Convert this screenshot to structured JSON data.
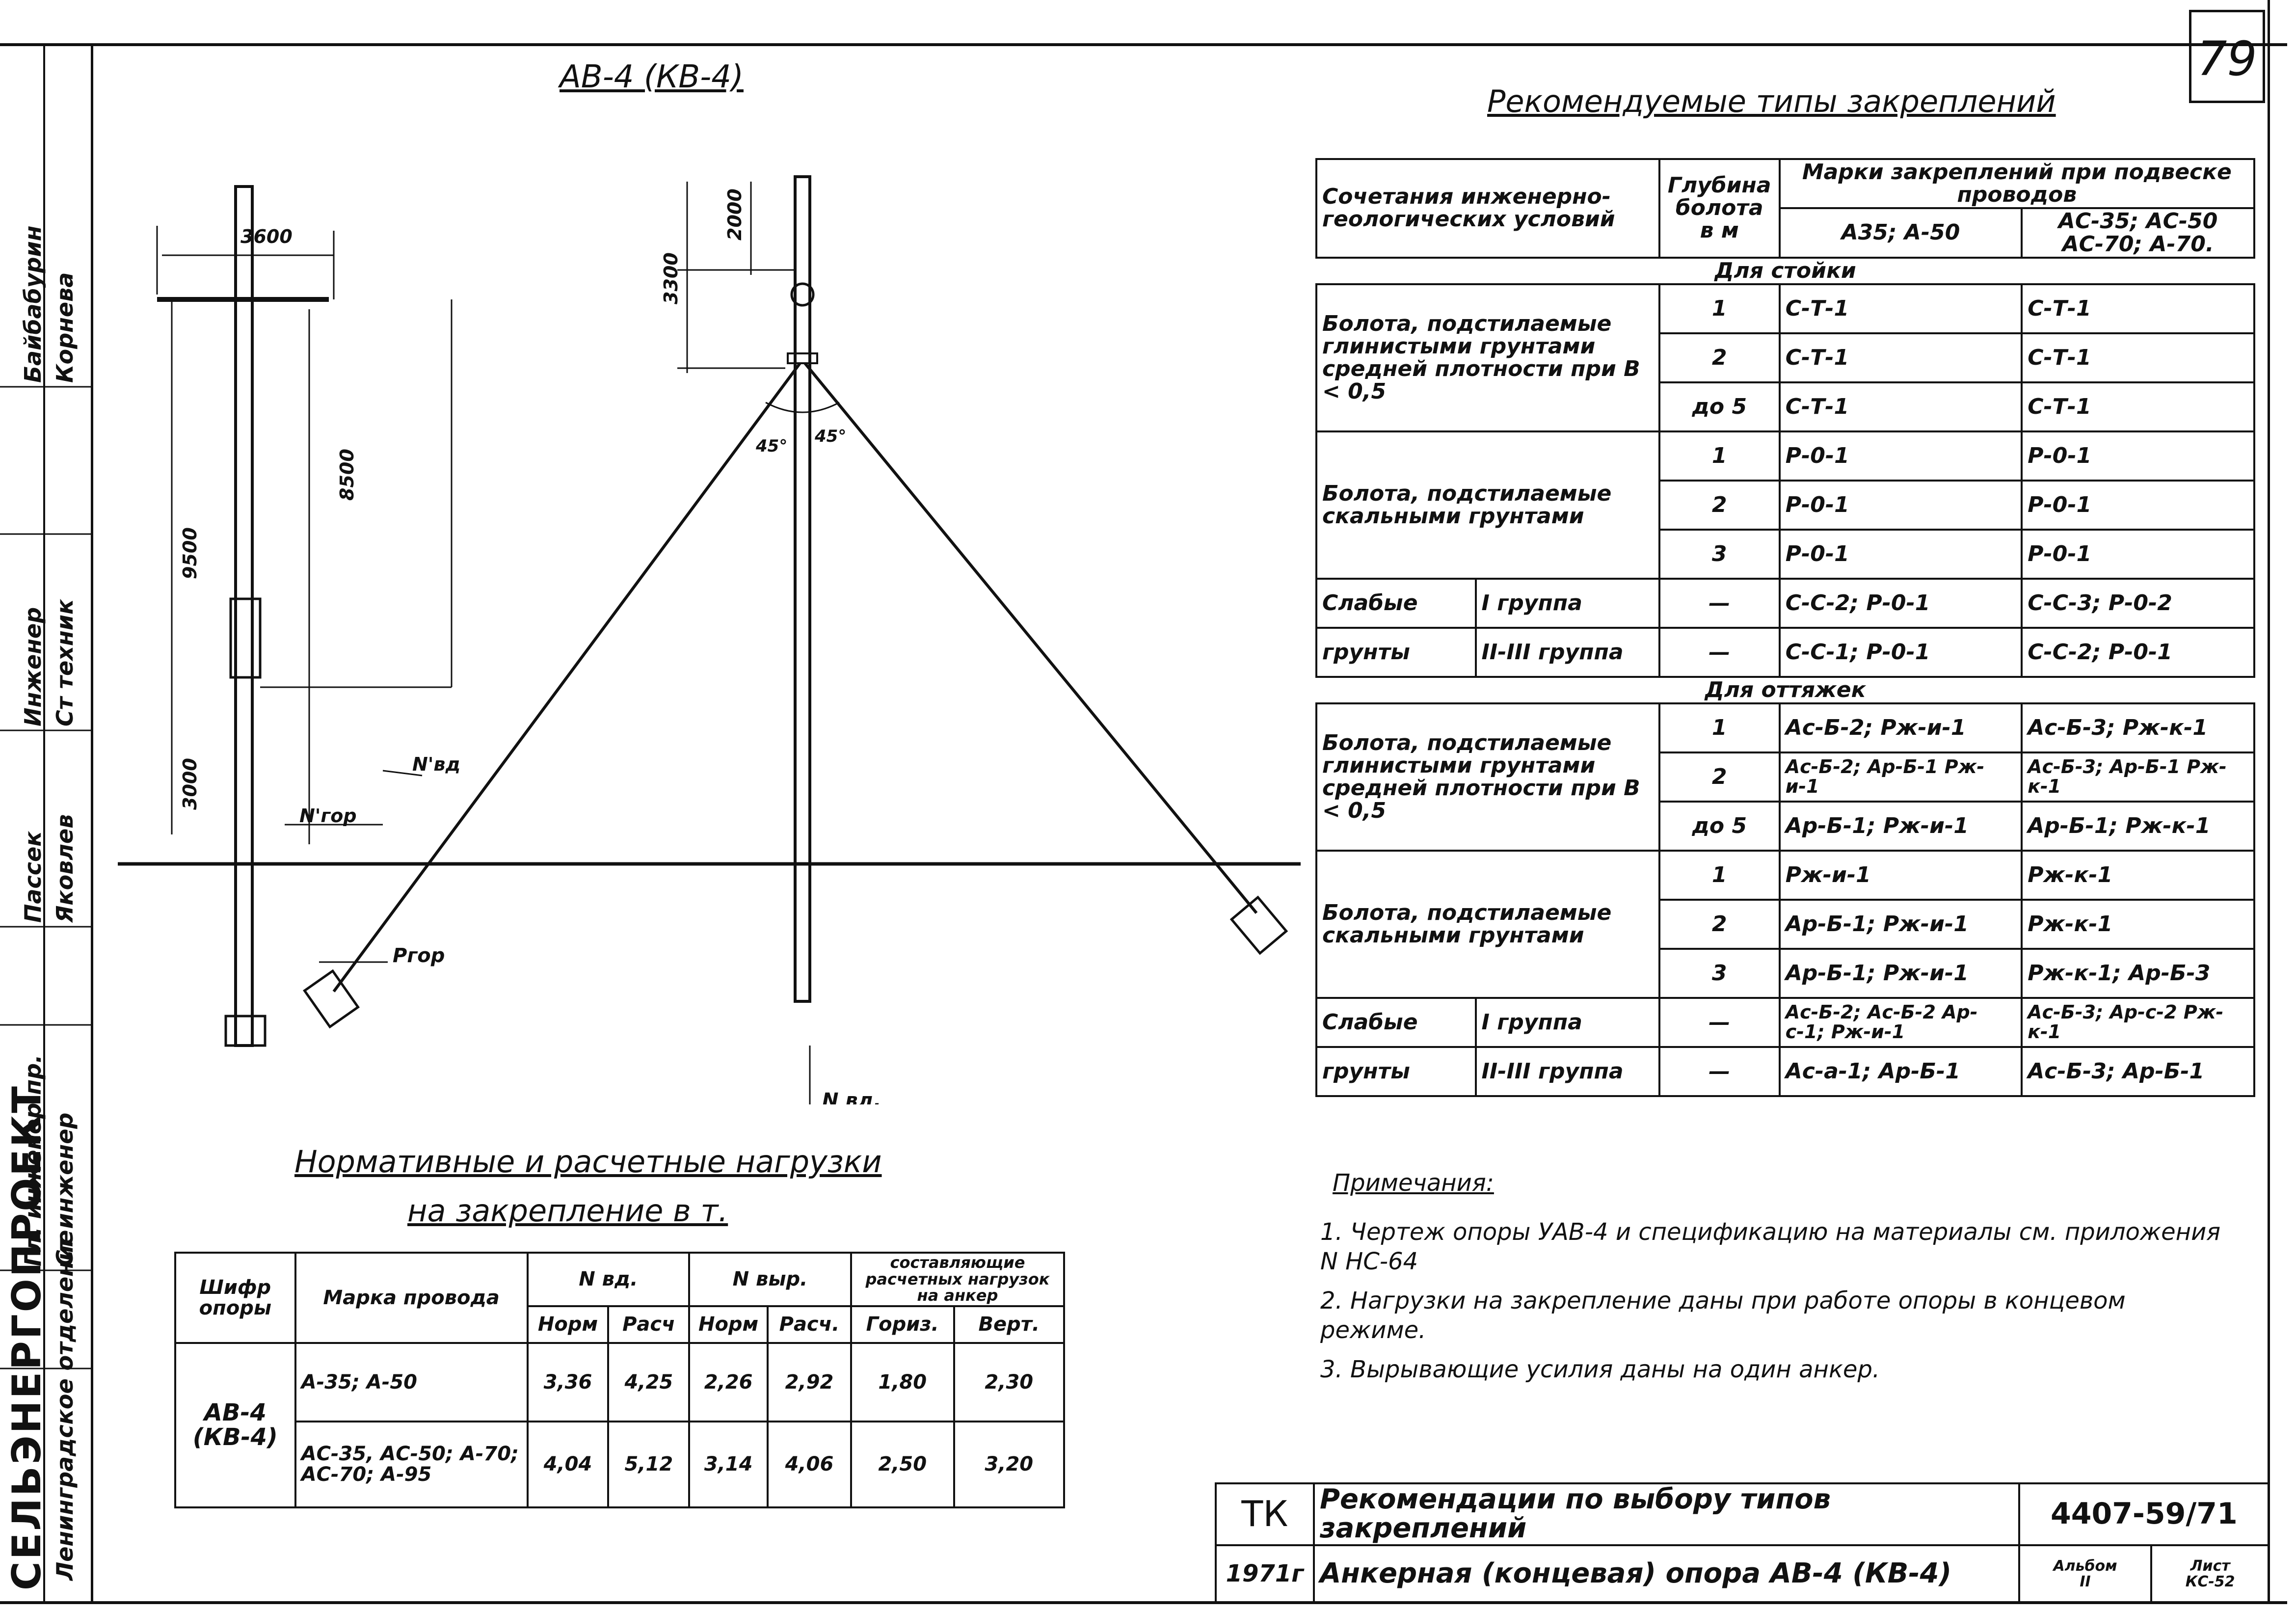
{
  "sheet_number": "79",
  "drawing_title": "АВ-4 (КВ-4)",
  "dimensions": {
    "crossarm_width": "3600",
    "pole_top_section": "8500",
    "pole_total": "9500",
    "pole_buried": "3000",
    "anchor_top": "3300",
    "anchor_upper": "2000",
    "angle_left": "45°",
    "angle_right": "45°"
  },
  "force_labels": {
    "n_vert_prime": "N'вд",
    "n_horiz_prime": "N'гор",
    "p_hor": "Pгор",
    "n_down": "N вд."
  },
  "recommended": {
    "title": "Рекомендуемые типы закреплений",
    "headers": {
      "conditions": "Сочетания инженерно-геологических условий",
      "depth": "Глубина болота в м",
      "marks": "Марки закреплений при подвеске проводов",
      "mark_a": "А35; А-50",
      "mark_b": "АС-35; АС-50 АС-70; А-70."
    },
    "section_stand": "Для стойки",
    "section_guy": "Для оттяжек",
    "stand_rows": [
      {
        "cond": "Болота, подстилаемые глинистыми грунтами средней плотности при В < 0,5",
        "depth": "1",
        "a": "С-Т-1",
        "b": "С-Т-1"
      },
      {
        "depth": "2",
        "a": "С-Т-1",
        "b": "С-Т-1"
      },
      {
        "depth": "до 5",
        "a": "С-Т-1",
        "b": "С-Т-1"
      },
      {
        "cond": "Болота, подстилаемые скальными грунтами",
        "depth": "1",
        "a": "Р-0-1",
        "b": "Р-0-1"
      },
      {
        "depth": "2",
        "a": "Р-0-1",
        "b": "Р-0-1"
      },
      {
        "depth": "3",
        "a": "Р-0-1",
        "b": "Р-0-1"
      },
      {
        "cond": "Слабые",
        "group": "I группа",
        "depth": "—",
        "a": "С-С-2; Р-0-1",
        "b": "С-С-3; Р-0-2"
      },
      {
        "cond": "грунты",
        "group": "II-III группа",
        "depth": "—",
        "a": "С-С-1; Р-0-1",
        "b": "С-С-2; Р-0-1"
      }
    ],
    "guy_rows": [
      {
        "cond": "Болота, подстилаемые глинистыми грунтами средней плотности при В < 0,5",
        "depth": "1",
        "a": "Ас-Б-2; Рж-и-1",
        "b": "Ас-Б-3; Рж-к-1"
      },
      {
        "depth": "2",
        "a": "Ас-Б-2; Ар-Б-1 Рж-и-1",
        "b": "Ас-Б-3; Ар-Б-1 Рж-к-1"
      },
      {
        "depth": "до 5",
        "a": "Ар-Б-1; Рж-и-1",
        "b": "Ар-Б-1; Рж-к-1"
      },
      {
        "cond": "Болота, подстилаемые скальными грунтами",
        "depth": "1",
        "a": "Рж-и-1",
        "b": "Рж-к-1"
      },
      {
        "depth": "2",
        "a": "Ар-Б-1; Рж-и-1",
        "b": "Рж-к-1"
      },
      {
        "depth": "3",
        "a": "Ар-Б-1; Рж-и-1",
        "b": "Рж-к-1; Ар-Б-3"
      },
      {
        "cond": "Слабые",
        "group": "I группа",
        "depth": "—",
        "a": "Ас-Б-2; Ас-Б-2 Ар-с-1; Рж-и-1",
        "b": "Ас-Б-3; Ар-с-2 Рж-к-1"
      },
      {
        "cond": "грунты",
        "group": "II-III группа",
        "depth": "—",
        "a": "Ас-а-1; Ар-Б-1",
        "b": "Ас-Б-3; Ар-Б-1"
      }
    ]
  },
  "loads": {
    "title_line1": "Нормативные и расчетные нагрузки",
    "title_line2": "на закрепление в т.",
    "headers": {
      "code": "Шифр опоры",
      "wire": "Марка провода",
      "n_vd": "N вд.",
      "n_vyr": "N выр.",
      "components": "составляющие расчетных нагрузок на анкер",
      "norm": "Норм",
      "rasch": "Расч",
      "norm2": "Норм",
      "rasch2": "Расч.",
      "horiz": "Гориз.",
      "vert": "Верт."
    },
    "code_value": "АВ-4 (КВ-4)",
    "rows": [
      {
        "wire": "А-35; А-50",
        "n1": "3,36",
        "r1": "4,25",
        "n2": "2,26",
        "r2": "2,92",
        "h": "1,80",
        "v": "2,30"
      },
      {
        "wire": "АС-35, АС-50; А-70; АС-70; А-95",
        "n1": "4,04",
        "r1": "5,12",
        "n2": "3,14",
        "r2": "4,06",
        "h": "2,50",
        "v": "3,20"
      }
    ]
  },
  "notes": {
    "title": "Примечания:",
    "n1": "1. Чертеж опоры УАВ-4 и спецификацию на материалы см. приложения N НС-64",
    "n2": "2. Нагрузки на закрепление даны при работе опоры в концевом режиме.",
    "n3": "3. Вырывающие усилия даны на один анкер."
  },
  "stamp": {
    "tk": "ТК",
    "year": "1971г",
    "title": "Рекомендации по выбору типов закреплений",
    "subtitle": "Анкерная (концевая) опора АВ-4 (КВ-4)",
    "code": "4407-59/71",
    "album_label": "Альбом",
    "album_value": "II",
    "sheet_label": "Лист",
    "sheet_value": "КС-52"
  },
  "sidebar": {
    "org": "СЕЛЬЭНЕРГОПРОЕКТ",
    "dept": "Ленинградское отделение",
    "roles": [
      "Ст инженер",
      "Гл. инженер пр.",
      "Инженер",
      "Ст техник"
    ],
    "names": [
      "Яковлев",
      "Пассек",
      "Корнева",
      "Байбабурин"
    ]
  }
}
